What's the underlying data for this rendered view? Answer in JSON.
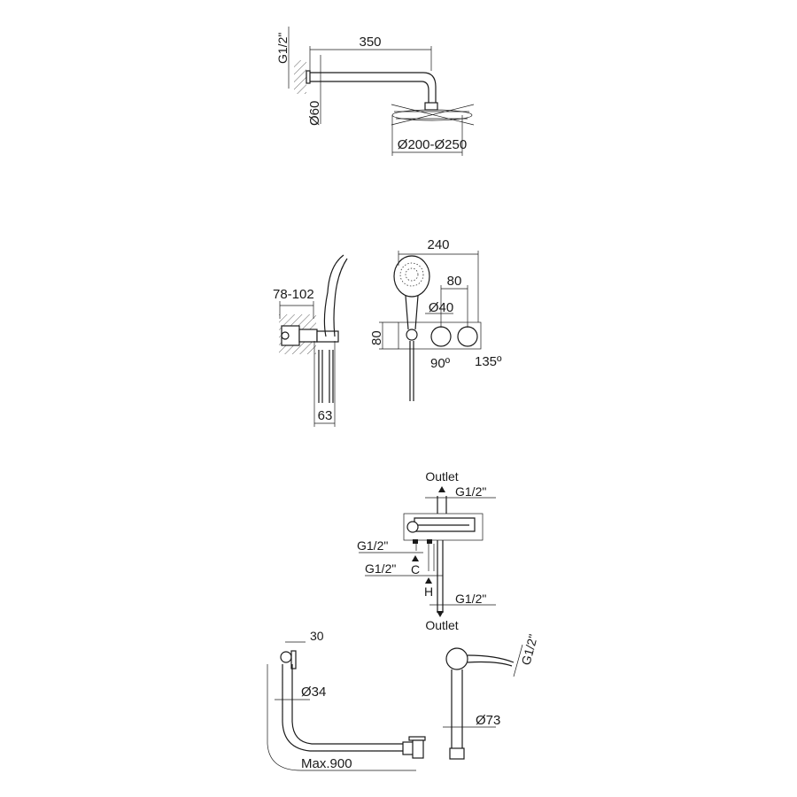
{
  "shower_arm": {
    "inlet_thread": "G1/2\"",
    "arm_length": "350",
    "flange_diameter": "Ø60",
    "head_diameter": "Ø200-Ø250"
  },
  "hand_shower_mixer": {
    "wall_depth": "78-102",
    "projection": "63",
    "overall_width": "240",
    "handle_spacing": "80",
    "handle_diameter": "Ø40",
    "plate_height": "80",
    "rotation_left": "90º",
    "rotation_right": "135º"
  },
  "concealed_valve": {
    "outlet_top": "Outlet",
    "outlet_top_thread": "G1/2\"",
    "cold_thread": "G1/2\"",
    "cold_label": "C",
    "hot_thread": "G1/2\"",
    "hot_label": "H",
    "outlet_bottom_thread": "G1/2\"",
    "outlet_bottom": "Outlet"
  },
  "bath_waste": {
    "overflow_depth": "30",
    "hose_diameter": "Ø34",
    "max_length": "Max.900",
    "filler_diameter": "Ø73",
    "filler_thread": "G1/2\""
  }
}
